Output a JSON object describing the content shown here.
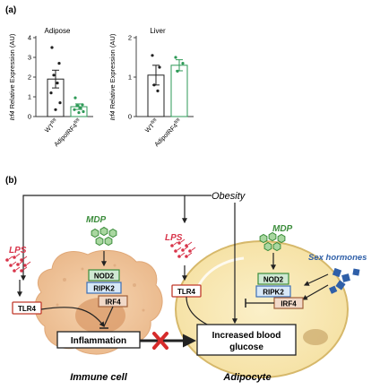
{
  "panel_a": {
    "label": "(a)",
    "y_axis_label_italic": "Irf4",
    "y_axis_label_rest": " Relative Expression (AU)",
    "colors": {
      "wt": "#222222",
      "ko": "#2e9a57",
      "axis": "#333333"
    },
    "charts": [
      {
        "title": "Adipose",
        "ylim": [
          0,
          4
        ],
        "yticks": [
          "0",
          "1",
          "2",
          "3",
          "4"
        ],
        "groups": [
          {
            "label_main": "WT",
            "label_sup": "fl/fl",
            "mean": 1.9,
            "sem": 0.45,
            "color": "wt",
            "points": [
              3.5,
              2.7,
              2.1,
              1.7,
              1.2,
              0.7,
              0.35
            ]
          },
          {
            "label_main": "AdipoIRF4",
            "label_sup": "fl/fl",
            "mean": 0.5,
            "sem": 0.14,
            "color": "ko",
            "points": [
              0.95,
              0.6,
              0.55,
              0.45,
              0.35,
              0.25,
              0.2
            ]
          }
        ]
      },
      {
        "title": "Liver",
        "ylim": [
          0,
          2
        ],
        "yticks": [
          "0",
          "1",
          "2"
        ],
        "groups": [
          {
            "label_main": "WT",
            "label_sup": "fl/fl",
            "mean": 1.05,
            "sem": 0.25,
            "color": "wt",
            "points": [
              1.55,
              1.25,
              0.8,
              0.65
            ]
          },
          {
            "label_main": "AdipoIRF4",
            "label_sup": "fl/fl",
            "mean": 1.3,
            "sem": 0.14,
            "color": "ko",
            "points": [
              1.5,
              1.35,
              1.15
            ]
          }
        ]
      }
    ]
  },
  "panel_b": {
    "label": "(b)",
    "obesity": "Obesity",
    "lps": "LPS",
    "mdp": "MDP",
    "sex_hormones": "Sex hormones",
    "tlr4": "TLR4",
    "nod2": "NOD2",
    "ripk2": "RIPK2",
    "irf4": "IRF4",
    "inflammation": "Inflammation",
    "increased_blood_glucose_line1": "Increased blood",
    "increased_blood_glucose_line2": "glucose",
    "immune_cell": "Immune cell",
    "adipocyte": "Adipocyte",
    "colors": {
      "lps": "#d8344a",
      "mdp": "#3c8d3c",
      "sex_hormones": "#2f5fa8",
      "tlr4_border": "#c0392b",
      "nod2_fill": "#cfe9d3",
      "nod2_border": "#3c8d3c",
      "ripk2_fill": "#d8e8f7",
      "ripk2_border": "#3b6fb6",
      "irf4_fill": "#f1d9c8",
      "irf4_border": "#a0603a",
      "cross": "#d62b2b"
    }
  }
}
